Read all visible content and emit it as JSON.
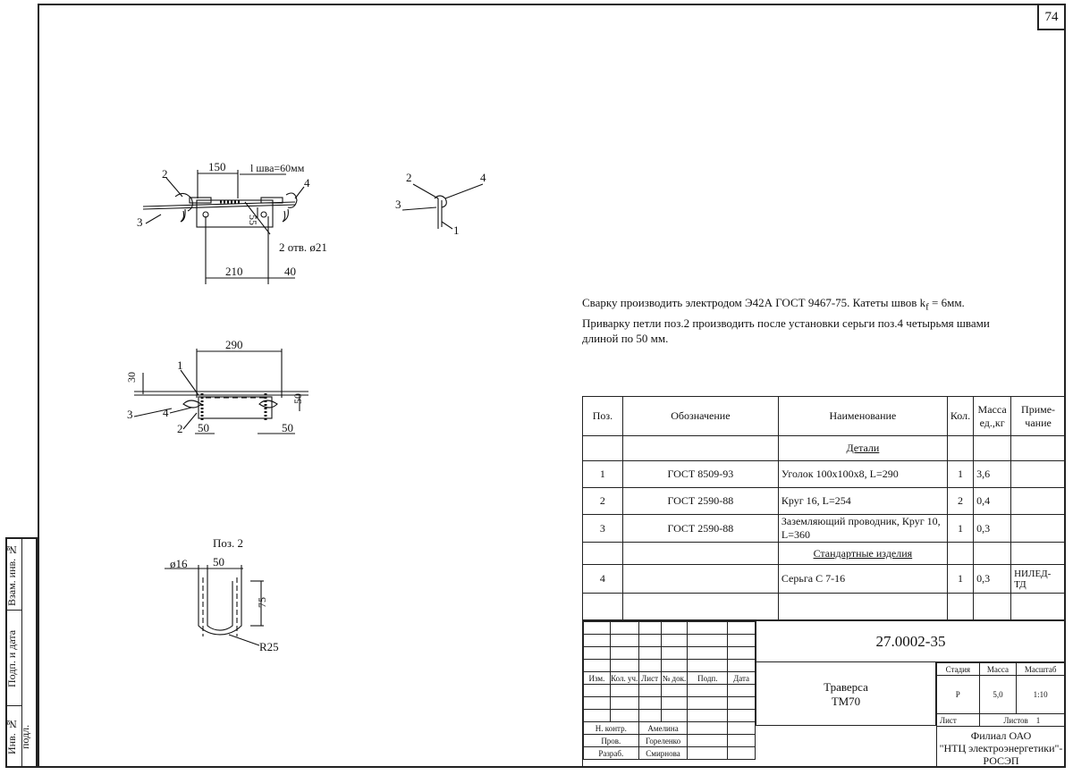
{
  "page_number": "74",
  "side_labels": [
    "Взам. инв. №",
    "Подп. и дата",
    "Инв. № подл."
  ],
  "drawing": {
    "view1": {
      "dim_150": "150",
      "weld_label": "l шва=60мм",
      "dim_55": "55",
      "holes": "2 отв. ø21",
      "dim_210": "210",
      "dim_40": "40",
      "pos": [
        "2",
        "3",
        "4"
      ]
    },
    "view2": {
      "pos": [
        "2",
        "4",
        "3",
        "1"
      ]
    },
    "view3": {
      "dim_290": "290",
      "dim_30": "30",
      "dim_50_v": "50",
      "dim_50_l": "50",
      "dim_50_r": "50",
      "pos": [
        "1",
        "3",
        "4",
        "2"
      ]
    },
    "view4": {
      "title": "Поз. 2",
      "dim_d16": "ø16",
      "dim_50": "50",
      "dim_75": "75",
      "dim_r25": "R25"
    }
  },
  "notes": [
    "Сварку производить электродом Э42А ГОСТ 9467-75.  Катеты швов k",
    "f",
    " = 6мм.",
    "Приварку петли поз.2 производить после установки серьги поз.4 четырьмя швами",
    "длиной по 50 мм."
  ],
  "spec": {
    "headers": {
      "pos": "Поз.",
      "code": "Обозначение",
      "name": "Наименование",
      "qty": "Кол.",
      "mass": "Масса ед.,кг",
      "note": "Приме-чание"
    },
    "section_details": "Детали",
    "section_standard": "Стандартные изделия",
    "rows": [
      {
        "pos": "1",
        "code": "ГОСТ 8509-93",
        "name": "Уголок 100х100х8, L=290",
        "qty": "1",
        "mass": "3,6",
        "note": ""
      },
      {
        "pos": "2",
        "code": "ГОСТ 2590-88",
        "name": "Круг 16, L=254",
        "qty": "2",
        "mass": "0,4",
        "note": ""
      },
      {
        "pos": "3",
        "code": "ГОСТ 2590-88",
        "name": "Заземляющий проводник, Круг 10,  L=360",
        "qty": "1",
        "mass": "0,3",
        "note": ""
      },
      {
        "pos": "4",
        "code": "",
        "name": "Серьга С 7-16",
        "qty": "1",
        "mass": "0,3",
        "note": "НИЛЕД-ТД"
      }
    ]
  },
  "title_block": {
    "doc_code": "27.0002-35",
    "cols": [
      "Изм.",
      "Кол. уч.",
      "Лист",
      "№ док.",
      "Подп.",
      "Дата"
    ],
    "roles": [
      {
        "role": "Н. контр.",
        "name": "Амелина"
      },
      {
        "role": "Пров.",
        "name": "Гореленко"
      },
      {
        "role": "Разраб.",
        "name": "Смирнова"
      }
    ],
    "title_line1": "Траверса",
    "title_line2": "ТМ70",
    "stage_h": "Стадия",
    "mass_h": "Масса",
    "scale_h": "Масштаб",
    "stage": "Р",
    "mass": "5,0",
    "scale": "1:10",
    "sheet_label": "Лист",
    "sheets_label": "Листов",
    "sheets": "1",
    "org_line1": "Филиал ОАО",
    "org_line2": "\"НТЦ электроэнергетики\"-",
    "org_line3": "РОСЭП"
  }
}
